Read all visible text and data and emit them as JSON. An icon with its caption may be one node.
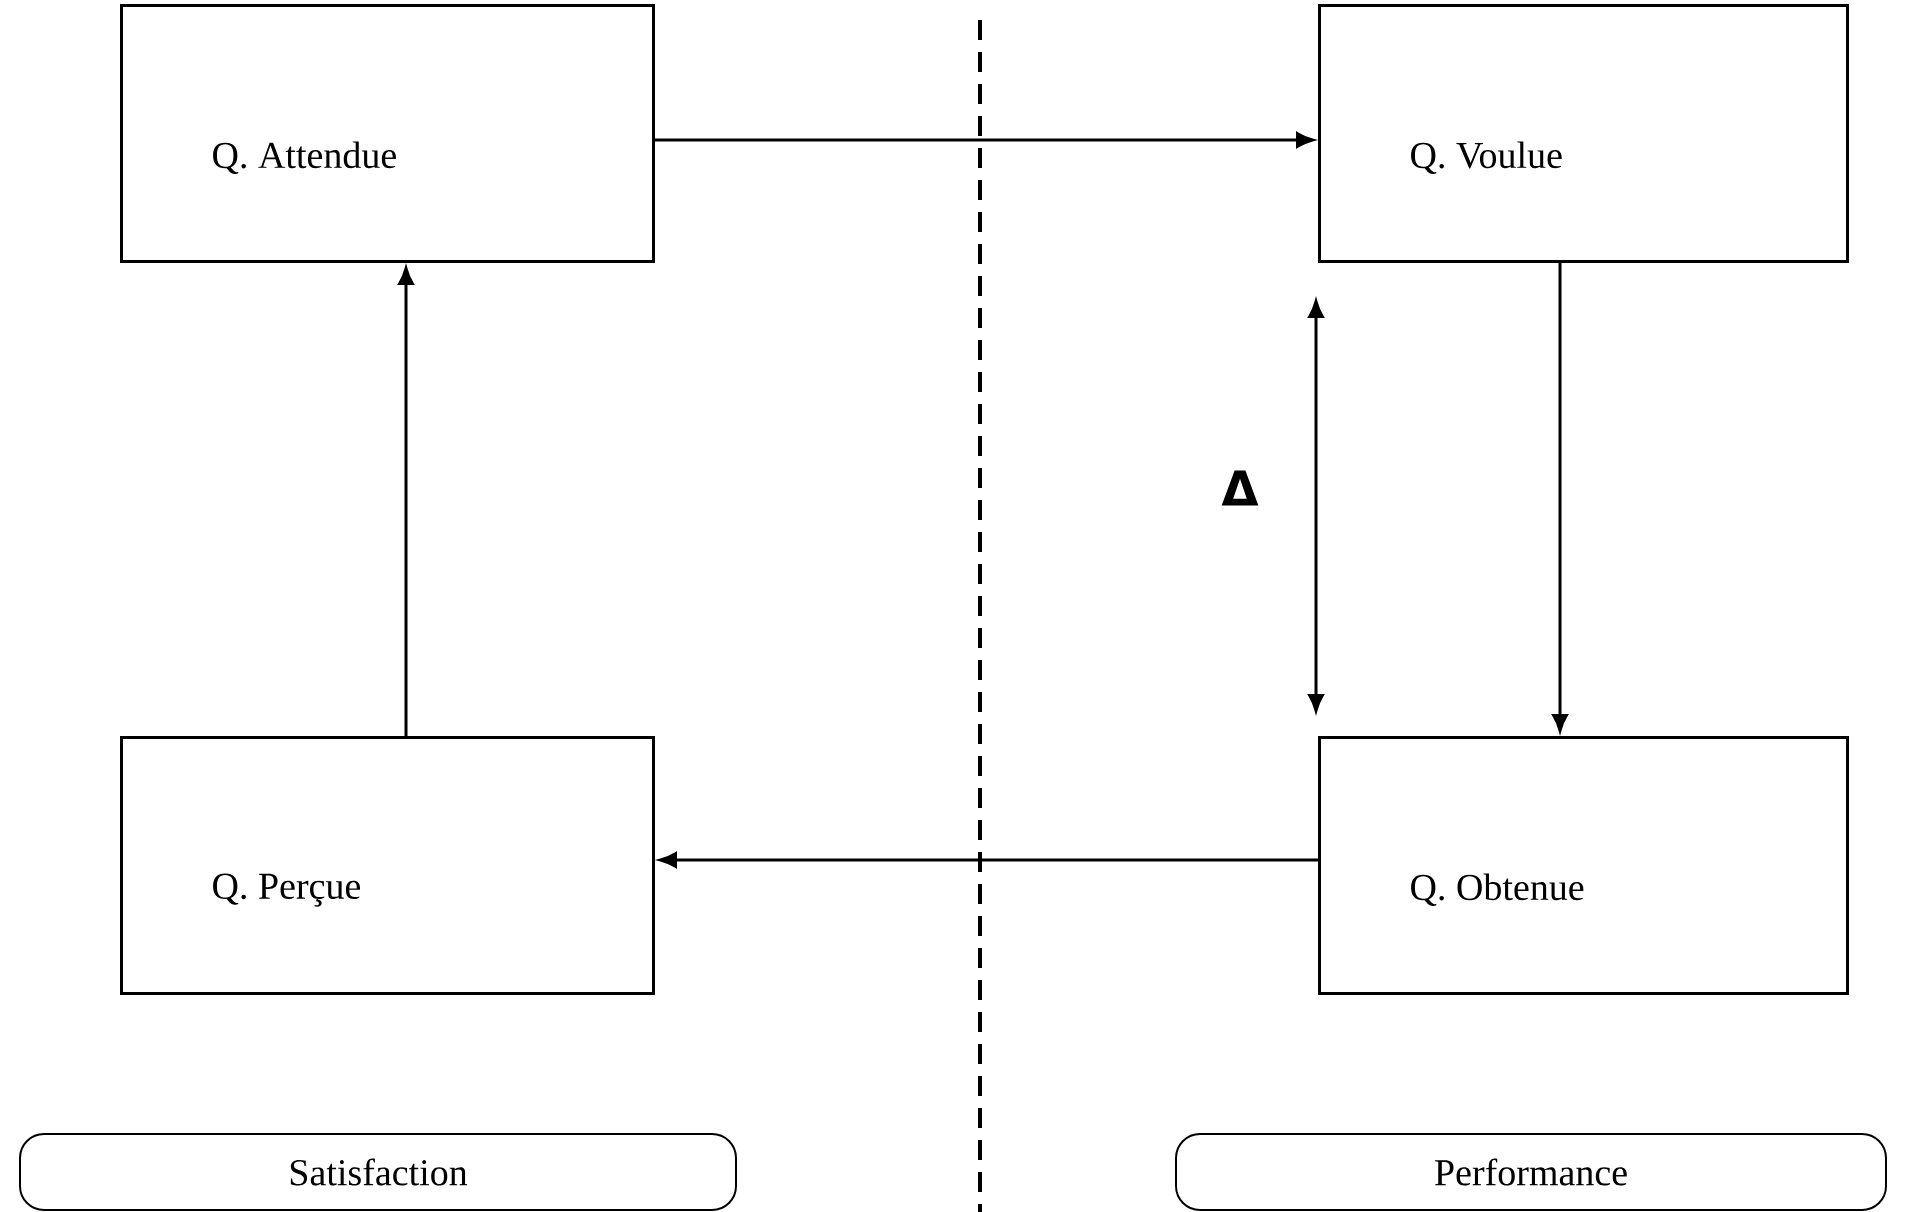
{
  "diagram": {
    "nodes": [
      {
        "text": [
          "Q. Attendue"
        ]
      },
      {
        "text": [
          "Q. Voulue"
        ]
      },
      {
        "text": [
          "Q. Perçue"
        ]
      },
      {
        "text": [
          "Q. Obtenue"
        ]
      },
      {
        "text": [
          "Satisfaction"
        ]
      },
      {
        "text": [
          "Performance"
        ]
      }
    ],
    "edges": [
      {
        "from": 0,
        "to": 1,
        "arrow": "to"
      },
      {
        "from": 1,
        "to": 3,
        "arrow": "to"
      },
      {
        "from": 3,
        "to": 2,
        "arrow": "to"
      },
      {
        "from": 2,
        "to": 0,
        "arrow": "to"
      }
    ],
    "labels": [
      "Δ"
    ]
  }
}
